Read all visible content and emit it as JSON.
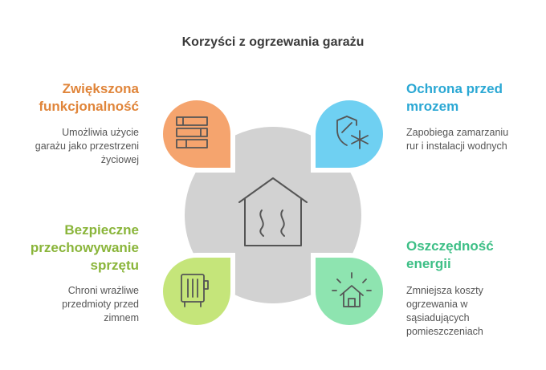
{
  "title": "Korzyści z ogrzewania garażu",
  "colors": {
    "orange": "#F5A46E",
    "orange_text": "#E0853A",
    "blue": "#6FD0F2",
    "blue_text": "#2BA8D4",
    "green": "#C5E57A",
    "green_text": "#8AB53A",
    "teal": "#8EE4B0",
    "teal_text": "#3DBF86",
    "center": "#D2D2D2"
  },
  "items": {
    "top_left": {
      "heading_line1": "Zwiększona",
      "heading_line2": "funkcjonalność",
      "desc_line1": "Umożliwia użycie",
      "desc_line2": "garażu jako przestrzeni",
      "desc_line3": "życiowej",
      "icon": "stacked-boxes-icon"
    },
    "top_right": {
      "heading_line1": "Ochrona przed",
      "heading_line2": "mrozem",
      "desc_line1": "Zapobiega zamarzaniu",
      "desc_line2": "rur i instalacji wodnych",
      "icon": "shield-snowflake-icon"
    },
    "bottom_left": {
      "heading_line1": "Bezpieczne",
      "heading_line2": "przechowywanie",
      "heading_line3": "sprzętu",
      "desc_line1": "Chroni wrażliwe",
      "desc_line2": "przedmioty przed",
      "desc_line3": "zimnem",
      "icon": "heater-icon"
    },
    "bottom_right": {
      "heading_line1": "Oszczędność",
      "heading_line2": "energii",
      "desc_line1": "Zmniejsza koszty",
      "desc_line2": "ogrzewania w",
      "desc_line3": "sąsiadujących",
      "desc_line4": "pomieszczeniach",
      "icon": "house-glow-icon"
    },
    "center": {
      "icon": "heated-house-icon"
    }
  }
}
